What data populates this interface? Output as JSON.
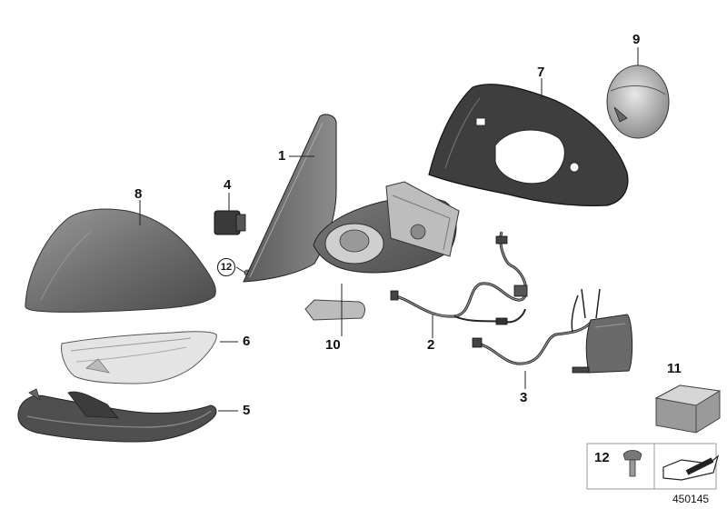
{
  "diagram": {
    "callouts": {
      "c1": "1",
      "c2": "2",
      "c3": "3",
      "c4": "4",
      "c5": "5",
      "c6": "6",
      "c7": "7",
      "c8": "8",
      "c9": "9",
      "c10": "10",
      "c11": "11",
      "c12": "12"
    },
    "legend_number": "12",
    "document_number": "450145",
    "colors": {
      "part_dark": "#5e5e5e",
      "part_mid": "#8a8a8a",
      "part_light": "#c8c8c8",
      "line": "#222222"
    }
  }
}
